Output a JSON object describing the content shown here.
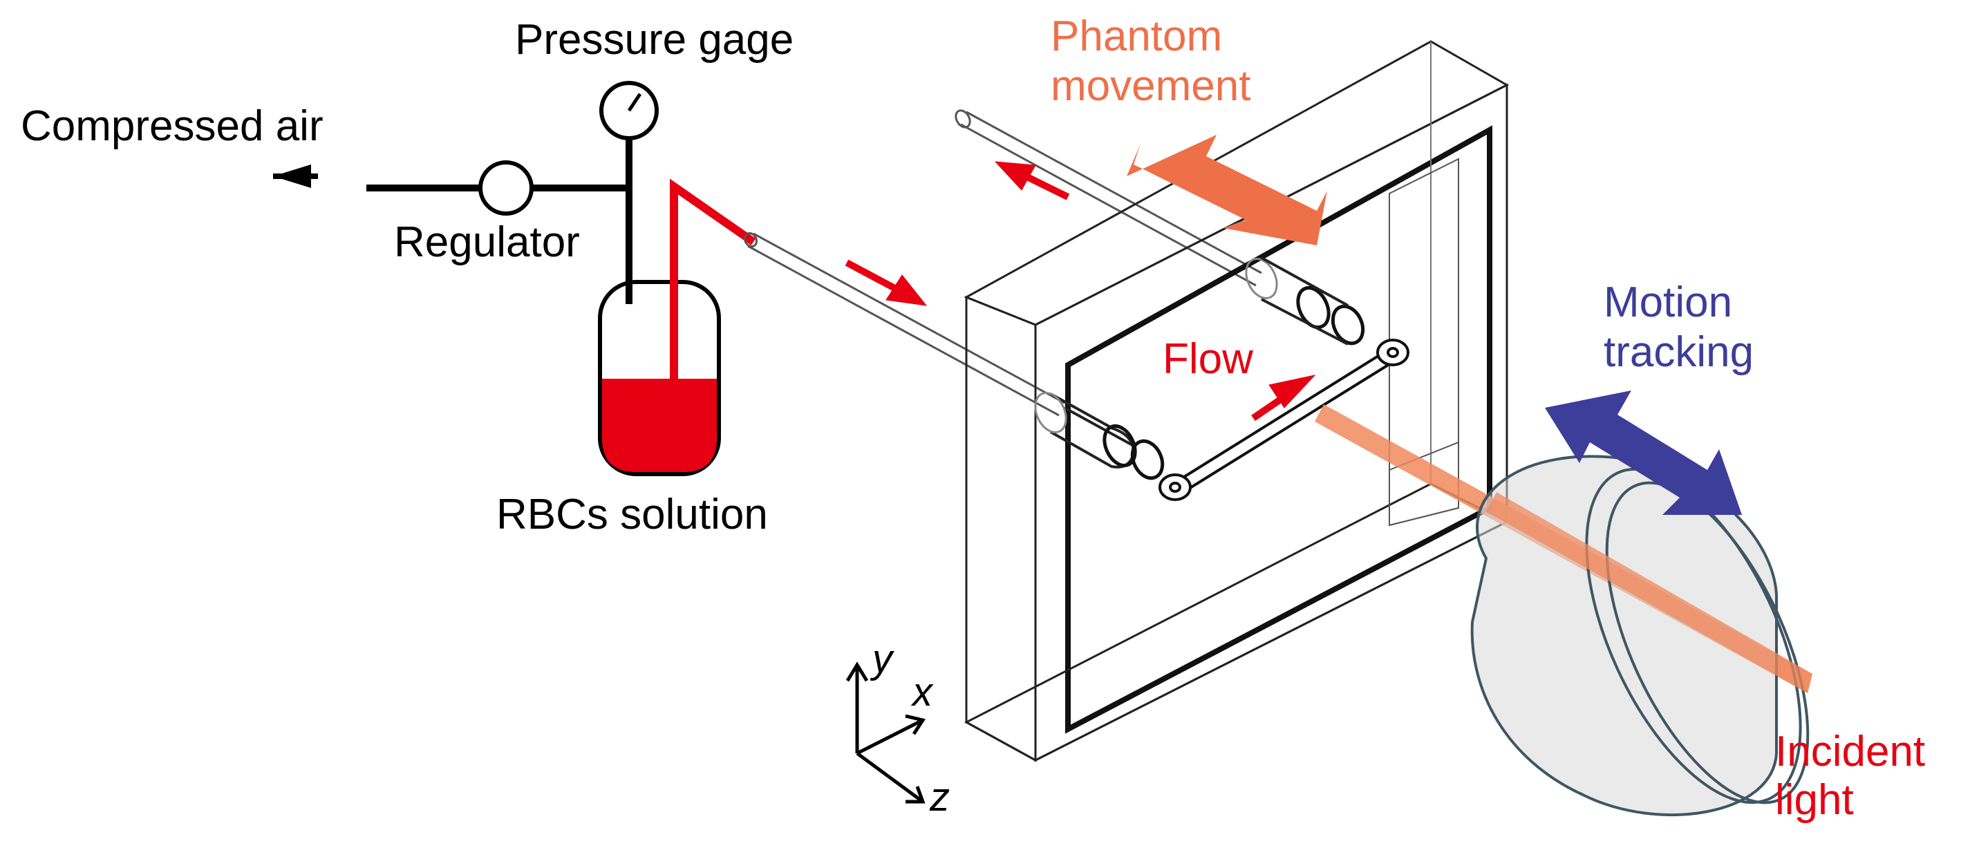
{
  "labels": {
    "compressed_air": "Compressed air",
    "pressure_gage": "Pressure gage",
    "regulator": "Regulator",
    "rbcs_solution": "RBCs solution",
    "phantom_movement_1": "Phantom",
    "phantom_movement_2": "movement",
    "flow": "Flow",
    "motion_tracking_1": "Motion",
    "motion_tracking_2": "tracking",
    "incident_light_1": "Incident",
    "incident_light_2": "light"
  },
  "axes": {
    "x": "x",
    "y": "y",
    "z": "z"
  },
  "colors": {
    "line": "#000000",
    "fluid": "#e60012",
    "phantom_movement": "#ee7049",
    "motion_tracking": "#3d3d9a",
    "incident_light": "#f08a5d",
    "lens": "#3f5664"
  }
}
